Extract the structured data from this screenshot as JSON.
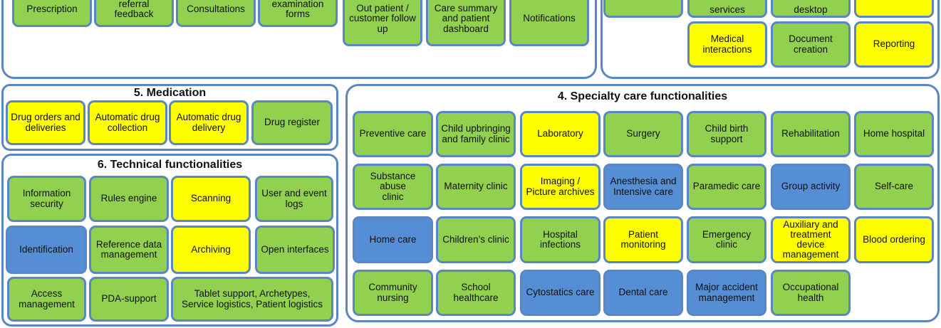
{
  "colors": {
    "green": "#92d050",
    "yellow": "#ffff00",
    "blue": "#558ed5",
    "border": "#5b86c4"
  },
  "top_left": {
    "items": [
      {
        "label": "Prescription",
        "color": "green"
      },
      {
        "label": "referral\nfeedback",
        "color": "green"
      },
      {
        "label": "Consultations",
        "color": "green"
      },
      {
        "label": "examination\nforms",
        "color": "green"
      },
      {
        "label": "Out patient /\ncustomer follow\nup",
        "color": "green"
      },
      {
        "label": "Care summary\nand patient\ndashboard",
        "color": "green"
      },
      {
        "label": "Notifications",
        "color": "green"
      }
    ]
  },
  "top_right": {
    "items": [
      {
        "label": "",
        "color": "green"
      },
      {
        "label": "services",
        "color": "green"
      },
      {
        "label": "desktop",
        "color": "green"
      },
      {
        "label": "",
        "color": "yellow"
      },
      {
        "label": "Medical\ninteractions",
        "color": "yellow"
      },
      {
        "label": "Document\ncreation",
        "color": "green"
      },
      {
        "label": "Reporting",
        "color": "yellow"
      }
    ]
  },
  "medication": {
    "title": "5. Medication",
    "items": [
      {
        "label": "Drug orders and\ndeliveries",
        "color": "yellow"
      },
      {
        "label": "Automatic drug\ncollection",
        "color": "yellow"
      },
      {
        "label": "Automatic drug\ndelivery",
        "color": "yellow"
      },
      {
        "label": "Drug register",
        "color": "green"
      }
    ]
  },
  "technical": {
    "title": "6. Technical functionalities",
    "items": [
      {
        "label": "Information\nsecurity",
        "color": "green"
      },
      {
        "label": "Rules engine",
        "color": "green"
      },
      {
        "label": "Scanning",
        "color": "yellow"
      },
      {
        "label": "User and event\nlogs",
        "color": "green"
      },
      {
        "label": "Identification",
        "color": "blue"
      },
      {
        "label": "Reference data\nmanagement",
        "color": "green"
      },
      {
        "label": "Archiving",
        "color": "yellow"
      },
      {
        "label": "Open interfaces",
        "color": "green"
      },
      {
        "label": "Access\nmanagement",
        "color": "green"
      },
      {
        "label": "PDA-support",
        "color": "green"
      },
      {
        "label": "Tablet support, Archetypes,\nService logistics,  Patient logistics",
        "color": "green"
      }
    ]
  },
  "specialty": {
    "title": "4. Specialty care functionalities",
    "items": [
      {
        "label": "Preventive care",
        "color": "green"
      },
      {
        "label": "Child upbringing\nand family clinic",
        "color": "green"
      },
      {
        "label": "Laboratory",
        "color": "yellow"
      },
      {
        "label": "Surgery",
        "color": "green"
      },
      {
        "label": "Child birth\nsupport",
        "color": "green"
      },
      {
        "label": "Rehabilitation",
        "color": "green"
      },
      {
        "label": "Home hospital",
        "color": "green"
      },
      {
        "label": "Substance abuse\nclinic",
        "color": "green"
      },
      {
        "label": "Maternity clinic",
        "color": "green"
      },
      {
        "label": "Imaging /\nPicture archives",
        "color": "yellow"
      },
      {
        "label": "Anesthesia and\nIntensive care",
        "color": "blue"
      },
      {
        "label": "Paramedic care",
        "color": "green"
      },
      {
        "label": "Group activity",
        "color": "blue"
      },
      {
        "label": "Self-care",
        "color": "green"
      },
      {
        "label": "Home care",
        "color": "blue"
      },
      {
        "label": "Children’s clinic",
        "color": "green"
      },
      {
        "label": "Hospital\ninfections",
        "color": "green"
      },
      {
        "label": "Patient\nmonitoring",
        "color": "yellow"
      },
      {
        "label": "Emergency clinic",
        "color": "green"
      },
      {
        "label": "Auxiliary and\ntreatment\ndevice\nmanagement",
        "color": "yellow"
      },
      {
        "label": "Blood ordering",
        "color": "yellow"
      },
      {
        "label": "Community\nnursing",
        "color": "green"
      },
      {
        "label": "School\nhealthcare",
        "color": "green"
      },
      {
        "label": "Cytostatics care",
        "color": "blue"
      },
      {
        "label": "Dental care",
        "color": "blue"
      },
      {
        "label": "Major accident\nmanagement",
        "color": "blue"
      },
      {
        "label": "Occupational\nhealth",
        "color": "green"
      }
    ]
  }
}
